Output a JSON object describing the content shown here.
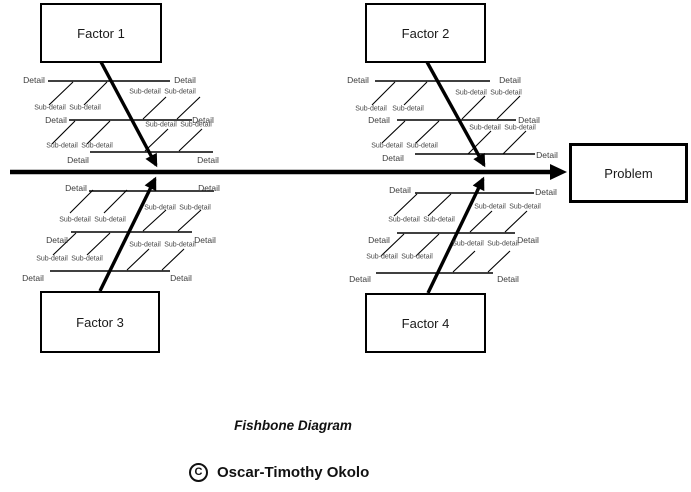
{
  "diagram": {
    "factors": [
      "Factor 1",
      "Factor 2",
      "Factor 3",
      "Factor 4"
    ],
    "problem_label": "Problem",
    "branch_label": "Detail",
    "sub_branch_label": "Sub-detail"
  },
  "caption": {
    "title": "Fishbone Diagram",
    "credit_symbol": "C",
    "credit_author": "Oscar-Timothy Okolo"
  },
  "colors": {
    "ink": "#000000",
    "label_text": "#3c3c3c",
    "background": "#ffffff"
  }
}
